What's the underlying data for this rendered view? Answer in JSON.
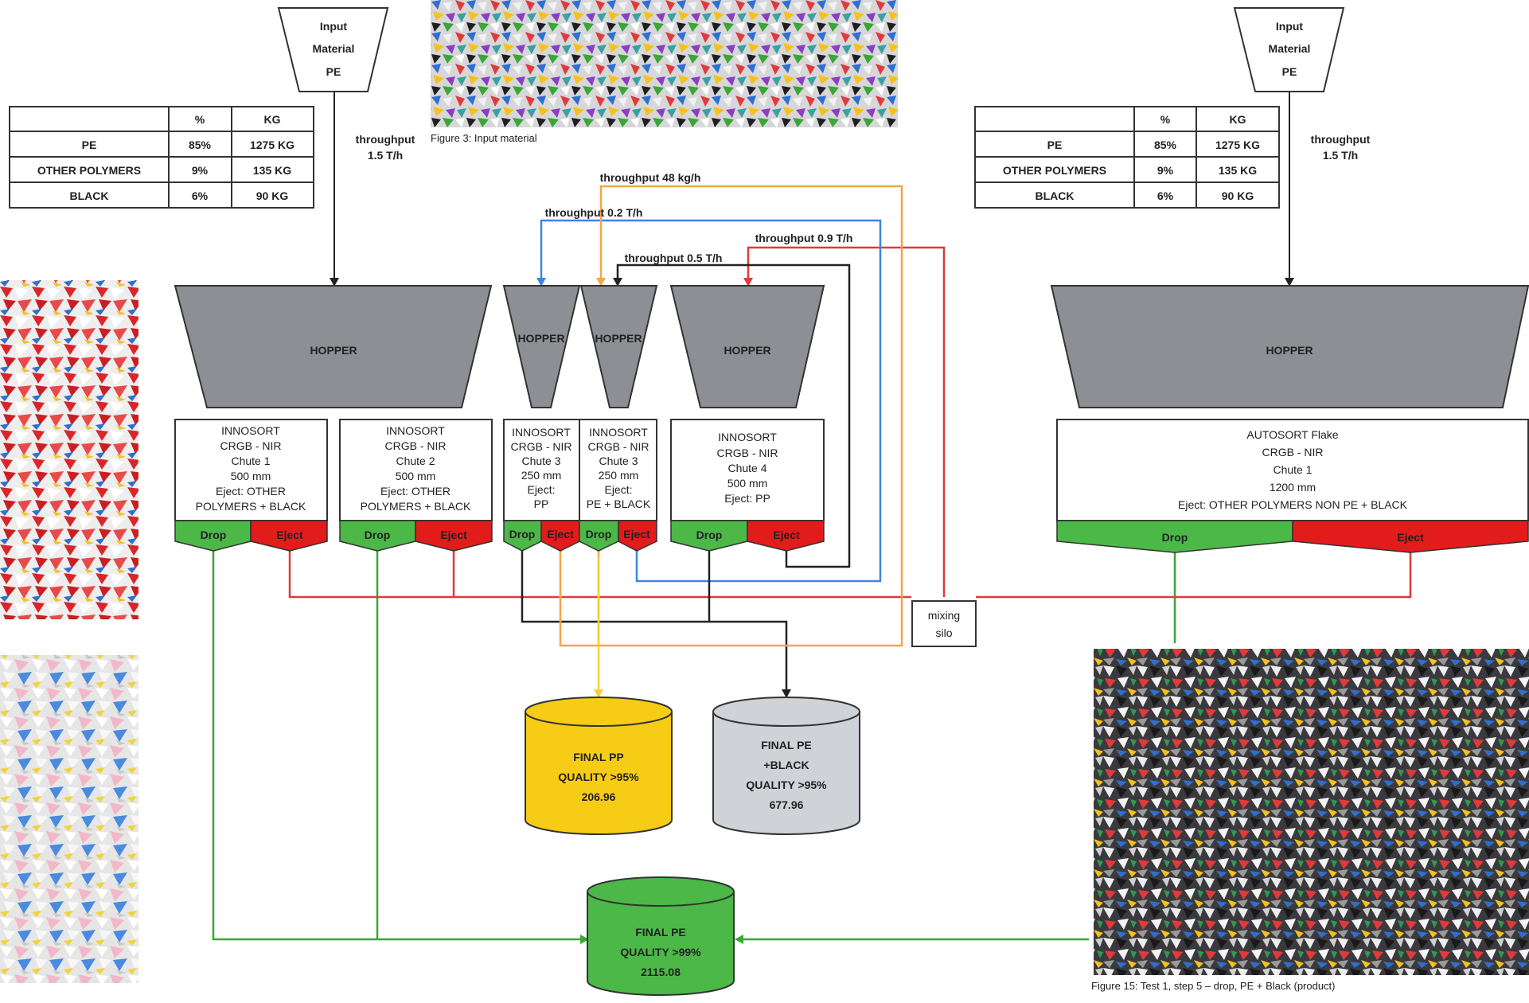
{
  "colors": {
    "hopper": "#8d8f94",
    "drop": "#4cb848",
    "eject": "#e21b1b",
    "line_red": "#e03a3a",
    "line_green": "#3aa635",
    "line_blue": "#3b86e3",
    "line_orange": "#f5a54a",
    "line_yellow": "#f7cf3a",
    "line_black": "#222222",
    "pp_tank": "#f7cc16",
    "pe_black_tank": "#cfd2d6",
    "pe_tank": "#4cb848"
  },
  "input_left": {
    "line1": "Input",
    "line2": "Material",
    "line3": "PE"
  },
  "input_right": {
    "line1": "Input",
    "line2": "Material",
    "line3": "PE"
  },
  "table_left": {
    "headers": [
      "",
      "%",
      "KG"
    ],
    "rows": [
      [
        "PE",
        "85%",
        "1275 KG"
      ],
      [
        "OTHER POLYMERS",
        "9%",
        "135 KG"
      ],
      [
        "BLACK",
        "6%",
        "90 KG"
      ]
    ]
  },
  "table_right": {
    "headers": [
      "",
      "%",
      "KG"
    ],
    "rows": [
      [
        "PE",
        "85%",
        "1275 KG"
      ],
      [
        "OTHER POLYMERS",
        "9%",
        "135 KG"
      ],
      [
        "BLACK",
        "6%",
        "90 KG"
      ]
    ]
  },
  "throughputs": {
    "left_l1": "throughput",
    "left_l2": "1.5 T/h",
    "right_l1": "throughput",
    "right_l2": "1.5 T/h",
    "orange": "throughput 48 kg/h",
    "blue": "throughput 0.2 T/h",
    "black": "throughput 0.5 T/h",
    "red": "throughput 0.9 T/h"
  },
  "figure_captions": {
    "input": "Figure 3: Input material",
    "product": "Figure 15: Test 1, step 5 – drop, PE + Black (product)"
  },
  "hoppers": {
    "large": "HOPPER",
    "small": "HOPPER"
  },
  "sorters": {
    "chute1": [
      "INNOSORT",
      "CRGB - NIR",
      "Chute 1",
      "500 mm",
      "Eject: OTHER",
      "POLYMERS + BLACK"
    ],
    "chute2": [
      "INNOSORT",
      "CRGB - NIR",
      "Chute 2",
      "500 mm",
      "Eject: OTHER",
      "POLYMERS + BLACK"
    ],
    "chute3a": [
      "INNOSORT",
      "CRGB - NIR",
      "Chute 3",
      "250 mm",
      "Eject:",
      "PP"
    ],
    "chute3b": [
      "INNOSORT",
      "CRGB - NIR",
      "Chute 3",
      "250 mm",
      "Eject:",
      "PE + BLACK"
    ],
    "chute4": [
      "INNOSORT",
      "CRGB - NIR",
      "Chute 4",
      "500 mm",
      "Eject:  PP"
    ],
    "autosort": [
      "AUTOSORT Flake",
      "CRGB - NIR",
      "Chute 1",
      "1200 mm",
      "Eject: OTHER POLYMERS NON PE + BLACK"
    ]
  },
  "outlets": {
    "drop": "Drop",
    "eject": "Eject"
  },
  "mixing_silo": {
    "line1": "mixing",
    "line2": "silo"
  },
  "tanks": {
    "pp": {
      "l1": "FINAL PP",
      "l2": "QUALITY >95%",
      "l3": "206.96"
    },
    "pe_black": {
      "l1": "FINAL PE",
      "l2": "+BLACK",
      "l3": "QUALITY >95%",
      "l4": "677.96"
    },
    "pe": {
      "l1": "FINAL PE",
      "l2": "QUALITY >99%",
      "l3": "2115.08"
    }
  }
}
